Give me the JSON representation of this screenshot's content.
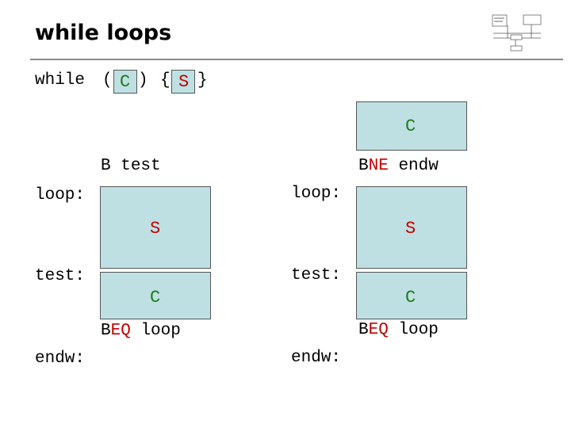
{
  "title": "while loops",
  "syntax": {
    "kw": "while",
    "open_paren": "(",
    "cond": "C",
    "close_paren": ")",
    "open_brace": "{",
    "body": "S",
    "close_brace": "}"
  },
  "left": {
    "branch_prefix": "B",
    "branch_target": "test",
    "loop_label": "loop:",
    "body": "S",
    "test_label": "test:",
    "cond": "C",
    "beq_b": "B",
    "beq_eq": "EQ",
    "beq_target": "loop",
    "endw_label": "endw:"
  },
  "right": {
    "cond_top": "C",
    "bne_b": "B",
    "bne_ne": "NE",
    "bne_target": "endw",
    "loop_label": "loop:",
    "body": "S",
    "test_label": "test:",
    "cond": "C",
    "beq_b": "B",
    "beq_eq": "EQ",
    "beq_target": "loop",
    "endw_label": "endw:"
  },
  "colors": {
    "box_fill": "#bfe0e2",
    "condition": "#1f7a1f",
    "statement": "#c00000",
    "rule": "#8a8a8a"
  }
}
